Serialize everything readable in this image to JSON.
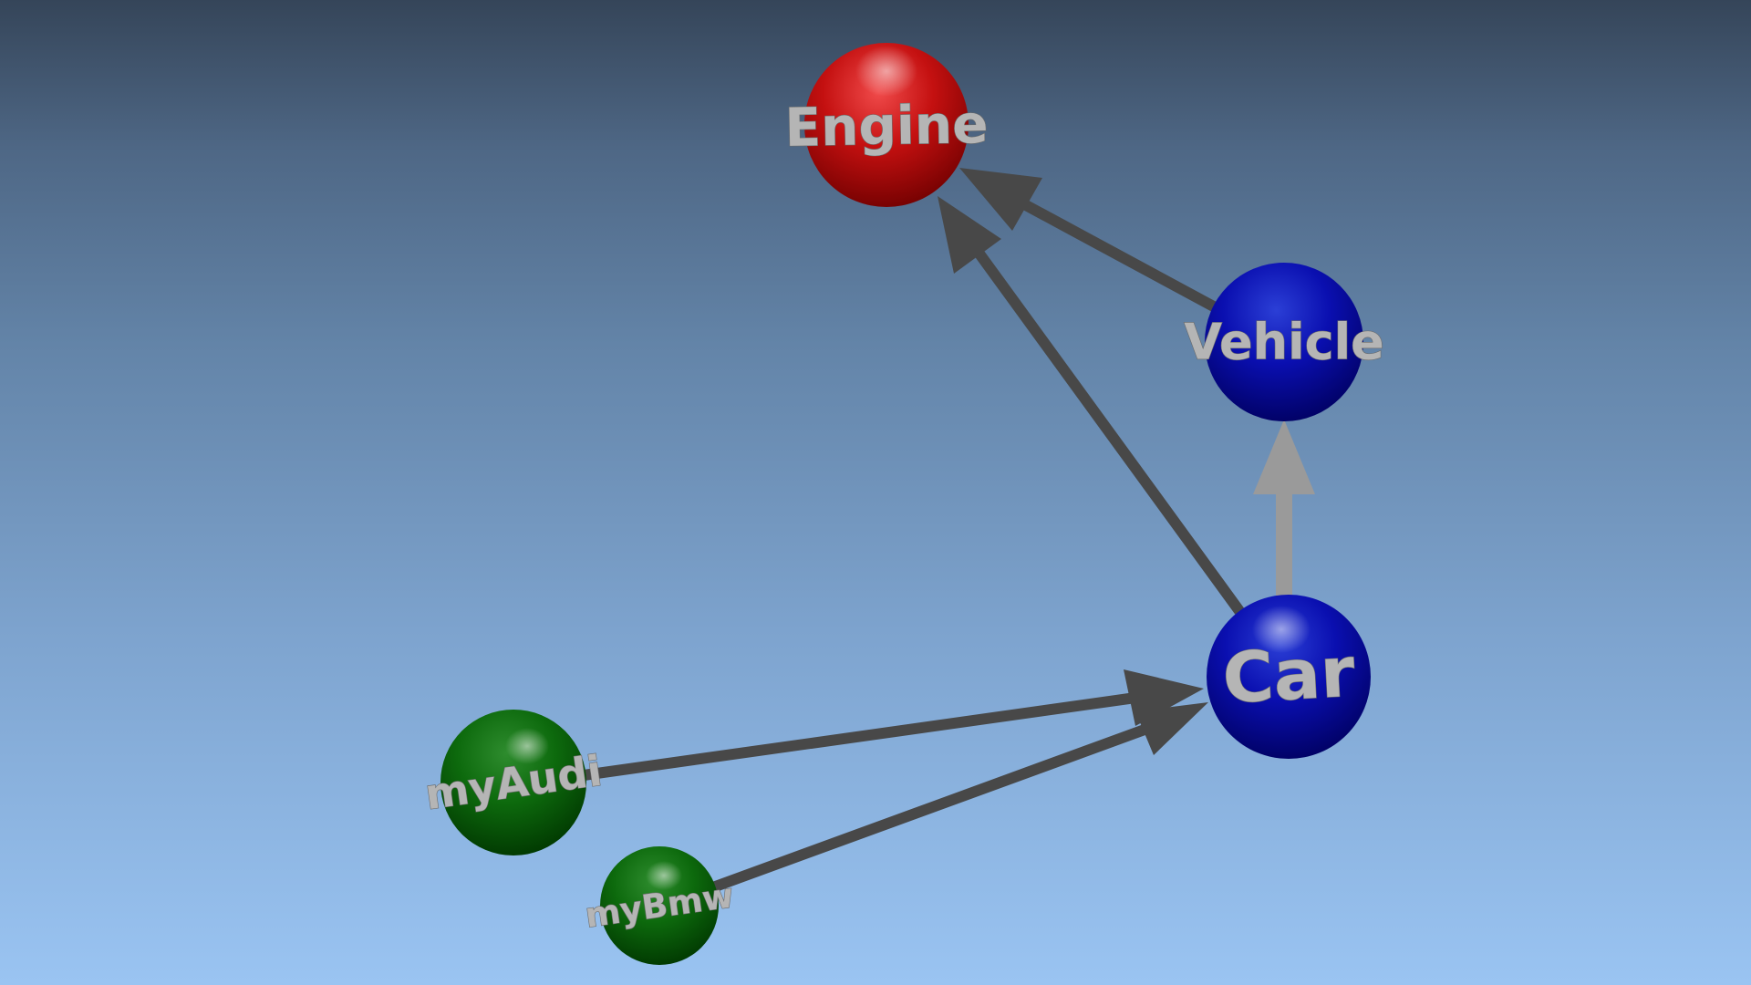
{
  "colors": {
    "background_top": "#354559",
    "background_bottom": "#9ac4f2",
    "edge_dark": "#484848",
    "edge_light": "#9a9a9a",
    "label": "#b5b5b5"
  },
  "nodes": [
    {
      "id": "engine",
      "label": "Engine",
      "color": "red"
    },
    {
      "id": "vehicle",
      "label": "Vehicle",
      "color": "blue"
    },
    {
      "id": "car",
      "label": "Car",
      "color": "blue"
    },
    {
      "id": "myaudi",
      "label": "myAudi",
      "color": "green"
    },
    {
      "id": "mybmw",
      "label": "myBmw",
      "color": "green"
    }
  ],
  "edges": [
    {
      "from": "vehicle",
      "to": "engine",
      "style": "dark"
    },
    {
      "from": "car",
      "to": "engine",
      "style": "dark"
    },
    {
      "from": "car",
      "to": "vehicle",
      "style": "light"
    },
    {
      "from": "myaudi",
      "to": "car",
      "style": "dark"
    },
    {
      "from": "mybmw",
      "to": "car",
      "style": "dark"
    }
  ]
}
